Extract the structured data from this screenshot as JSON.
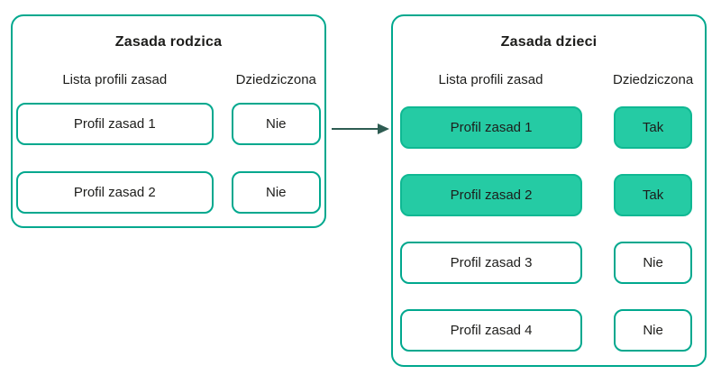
{
  "colors": {
    "outline": "#00a88e",
    "highlight_fill": "#25cba4",
    "highlight_border": "#0fb893",
    "arrow": "#2e5c52",
    "text": "#1d1d1b",
    "bg": "#ffffff"
  },
  "diagram": {
    "parent_panel": {
      "title": "Zasada rodzica",
      "col1_header": "Lista profili zasad",
      "col2_header": "Dziedziczona",
      "rows": [
        {
          "profile": "Profil zasad 1",
          "inherited": "Nie",
          "highlighted": false
        },
        {
          "profile": "Profil zasad 2",
          "inherited": "Nie",
          "highlighted": false
        }
      ]
    },
    "children_panel": {
      "title": "Zasada dzieci",
      "col1_header": "Lista profili zasad",
      "col2_header": "Dziedziczona",
      "rows": [
        {
          "profile": "Profil zasad 1",
          "inherited": "Tak",
          "highlighted": true
        },
        {
          "profile": "Profil zasad 2",
          "inherited": "Tak",
          "highlighted": true
        },
        {
          "profile": "Profil zasad 3",
          "inherited": "Nie",
          "highlighted": false
        },
        {
          "profile": "Profil zasad 4",
          "inherited": "Nie",
          "highlighted": false
        }
      ]
    }
  }
}
